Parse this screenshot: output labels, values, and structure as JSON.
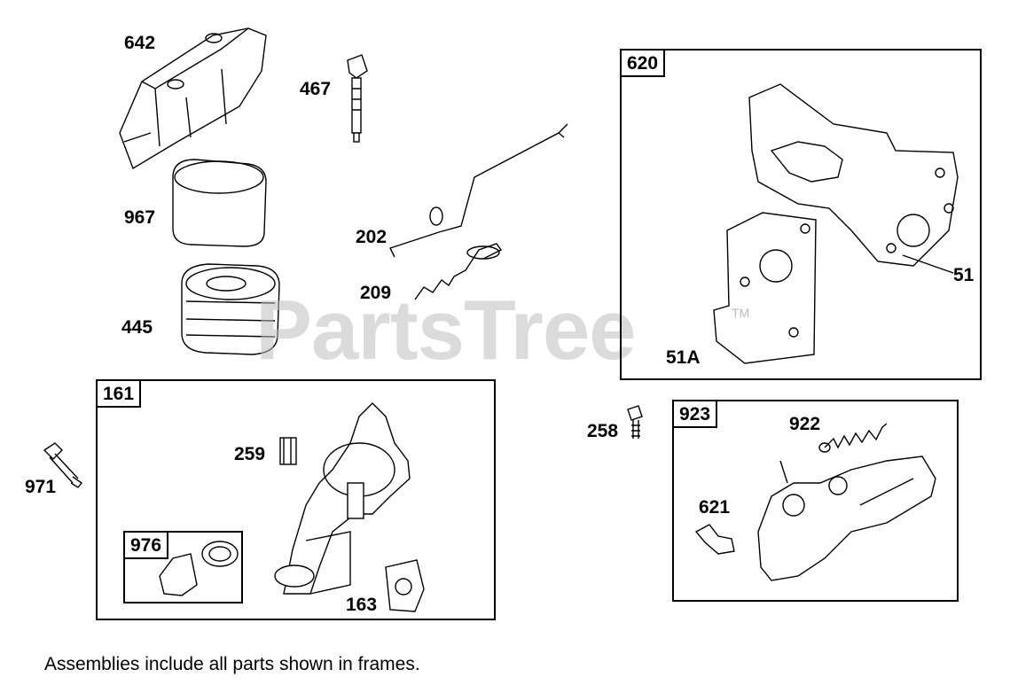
{
  "watermark": "PartsTree",
  "watermark_tm": "TM",
  "caption": "Assemblies include all parts shown in frames.",
  "frames": {
    "f620": "620",
    "f161": "161",
    "f976": "976",
    "f923": "923"
  },
  "parts": {
    "p642": "642",
    "p467": "467",
    "p967": "967",
    "p202": "202",
    "p209": "209",
    "p445": "445",
    "p51": "51",
    "p51a": "51A",
    "p259": "259",
    "p971": "971",
    "p258": "258",
    "p922": "922",
    "p621": "621",
    "p163": "163"
  }
}
